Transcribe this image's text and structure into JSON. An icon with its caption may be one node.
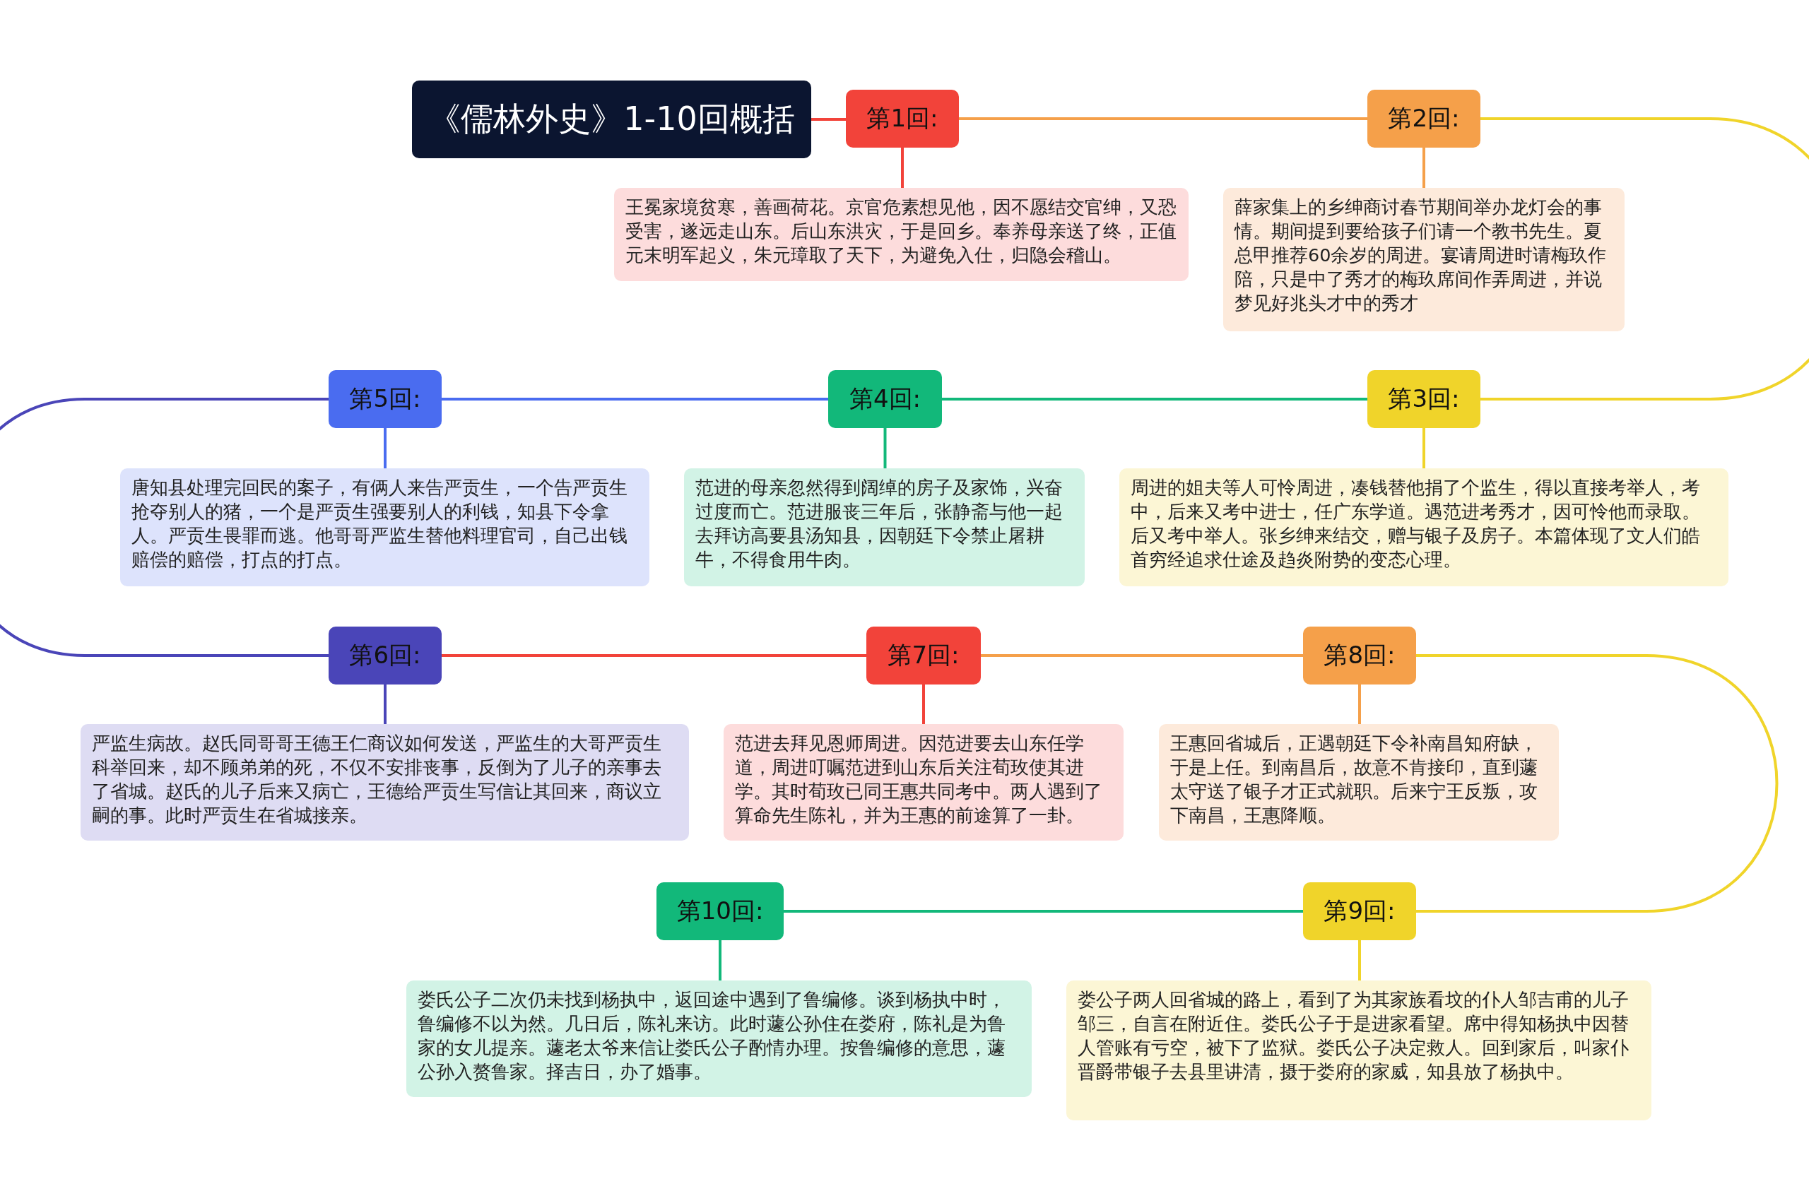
{
  "diagram": {
    "nodes": [
      {
        "text": [
          "《儒林外史》1-10回概括"
        ]
      },
      {
        "text": [
          "第1回:"
        ]
      },
      {
        "text": [
          "王冕家境贫寒，善画荷花。京官危素想见他，因不愿结交官绅，又恐受害，遂远走山东。后山东洪灾，于是回乡。奉养母亲送了终，正值元末明军起义，朱元璋取了天下，为避免入仕，归隐会稽山。"
        ]
      },
      {
        "text": [
          "第2回:"
        ]
      },
      {
        "text": [
          "薛家集上的乡绅商讨春节期间举办龙灯会的事情。期间提到要给孩子们请一个教书先生。夏总甲推荐60余岁的周进。宴请周进时请梅玖作陪，只是中了秀才的梅玖席间作弄周进，并说梦见好兆头才中的秀才"
        ]
      },
      {
        "text": [
          "第3回:"
        ]
      },
      {
        "text": [
          "周进的姐夫等人可怜周进，凑钱替他捐了个监生，得以直接考举人，考中，后来又考中进士，任广东学道。遇范进考秀才，因可怜他而录取。后又考中举人。张乡绅来结交，赠与银子及房子。本篇体现了文人们皓首穷经追求仕途及趋炎附势的变态心理。"
        ]
      },
      {
        "text": [
          "第4回:"
        ]
      },
      {
        "text": [
          "范进的母亲忽然得到阔绰的房子及家饰，兴奋过度而亡。范进服丧三年后，张静斋与他一起去拜访高要县汤知县，因朝廷下令禁止屠耕牛，不得食用牛肉。"
        ]
      },
      {
        "text": [
          "第5回:"
        ]
      },
      {
        "text": [
          "唐知县处理完回民的案子，有俩人来告严贡生，一个告严贡生抢夺别人的猪，一个是严贡生强要别人的利钱，知县下令拿人。严贡生畏罪而逃。他哥哥严监生替他料理官司，自己出钱赔偿的赔偿，打点的打点。"
        ]
      },
      {
        "text": [
          "第6回:"
        ]
      },
      {
        "text": [
          "严监生病故。赵氏同哥哥王德王仁商议如何发送，严监生的大哥严贡生科举回来，却不顾弟弟的死，不仅不安排丧事，反倒为了儿子的亲事去了省城。赵氏的儿子后来又病亡，王德给严贡生写信让其回来，商议立嗣的事。此时严贡生在省城接亲。"
        ]
      },
      {
        "text": [
          "第7回:"
        ]
      },
      {
        "text": [
          "范进去拜见恩师周进。因范进要去山东任学道，周进叮嘱范进到山东后关注荀玫使其进学。其时荀玫已同王惠共同考中。两人遇到了算命先生陈礼，并为王惠的前途算了一卦。"
        ]
      },
      {
        "text": [
          "第8回:"
        ]
      },
      {
        "text": [
          "王惠回省城后，正遇朝廷下令补南昌知府缺，于是上任。到南昌后，故意不肯接印，直到蘧太守送了银子才正式就职。后来宁王反叛，攻下南昌，王惠降顺。"
        ]
      },
      {
        "text": [
          "第9回:"
        ]
      },
      {
        "text": [
          "娄公子两人回省城的路上，看到了为其家族看坟的仆人邹吉甫的儿子邹三，自言在附近住。娄氏公子于是进家看望。席中得知杨执中因替人管账有亏空，被下了监狱。娄氏公子决定救人。回到家后，叫家仆晋爵带银子去县里讲清，摄于娄府的家威，知县放了杨执中。"
        ]
      },
      {
        "text": [
          "第10回:"
        ]
      },
      {
        "text": [
          "娄氏公子二次仍未找到杨执中，返回途中遇到了鲁编修。谈到杨执中时，鲁编修不以为然。几日后，陈礼来访。此时蘧公孙住在娄府，陈礼是为鲁家的女儿提亲。蘧老太爷来信让娄氏公子酌情办理。按鲁编修的意思，蘧公孙入赘鲁家。择吉日，办了婚事。"
        ]
      }
    ],
    "edges": [
      {
        "from": 0,
        "to": 1,
        "arrow": "none",
        "color": "#f2433a"
      },
      {
        "from": 1,
        "to": 3,
        "arrow": "none",
        "color": "#f5a04a"
      },
      {
        "from": 1,
        "to": 2,
        "arrow": "none",
        "color": "#f2433a"
      },
      {
        "from": 3,
        "to": 4,
        "arrow": "none",
        "color": "#f5a04a"
      },
      {
        "from": 3,
        "to": 5,
        "arrow": "none",
        "color": "#f0d42a"
      },
      {
        "from": 5,
        "to": 6,
        "arrow": "none",
        "color": "#f0d42a"
      },
      {
        "from": 5,
        "to": 7,
        "arrow": "none",
        "color": "#12b87a"
      },
      {
        "from": 7,
        "to": 8,
        "arrow": "none",
        "color": "#12b87a"
      },
      {
        "from": 7,
        "to": 9,
        "arrow": "none",
        "color": "#4a6cf0"
      },
      {
        "from": 9,
        "to": 10,
        "arrow": "none",
        "color": "#4a6cf0"
      },
      {
        "from": 9,
        "to": 11,
        "arrow": "none",
        "color": "#4a45b8"
      },
      {
        "from": 11,
        "to": 12,
        "arrow": "none",
        "color": "#4a45b8"
      },
      {
        "from": 11,
        "to": 13,
        "arrow": "none",
        "color": "#f2433a"
      },
      {
        "from": 13,
        "to": 14,
        "arrow": "none",
        "color": "#f2433a"
      },
      {
        "from": 13,
        "to": 15,
        "arrow": "none",
        "color": "#f5a04a"
      },
      {
        "from": 15,
        "to": 16,
        "arrow": "none",
        "color": "#f5a04a"
      },
      {
        "from": 15,
        "to": 17,
        "arrow": "none",
        "color": "#f0d42a"
      },
      {
        "from": 17,
        "to": 18,
        "arrow": "none",
        "color": "#f0d42a"
      },
      {
        "from": 17,
        "to": 19,
        "arrow": "none",
        "color": "#12b87a"
      },
      {
        "from": 19,
        "to": 20,
        "arrow": "none",
        "color": "#12b87a"
      }
    ]
  }
}
